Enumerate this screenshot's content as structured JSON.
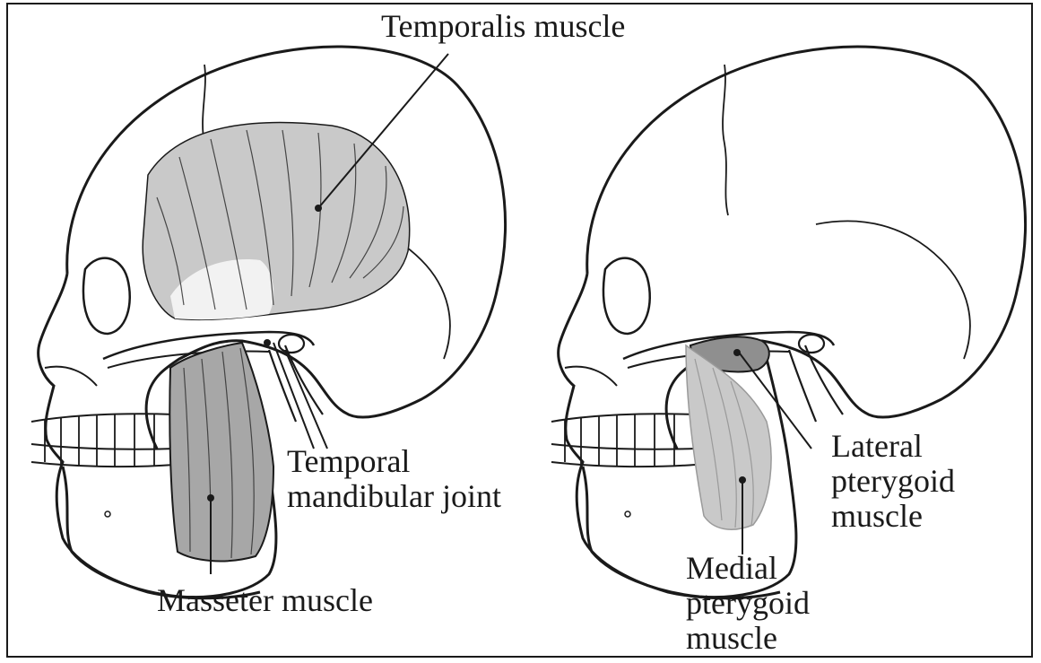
{
  "labels": {
    "temporalis": "Temporalis muscle",
    "tmj": "Temporal\nmandibular joint",
    "masseter": "Masseter muscle",
    "lateral": "Lateral\npterygoid\nmuscle",
    "medial": "Medial\npterygoid\nmuscle"
  },
  "colors": {
    "ink": "#1a1a1a",
    "muscle_fill": "#c9c9c9",
    "masseter_fill": "#a7a7a7",
    "background": "#ffffff"
  }
}
